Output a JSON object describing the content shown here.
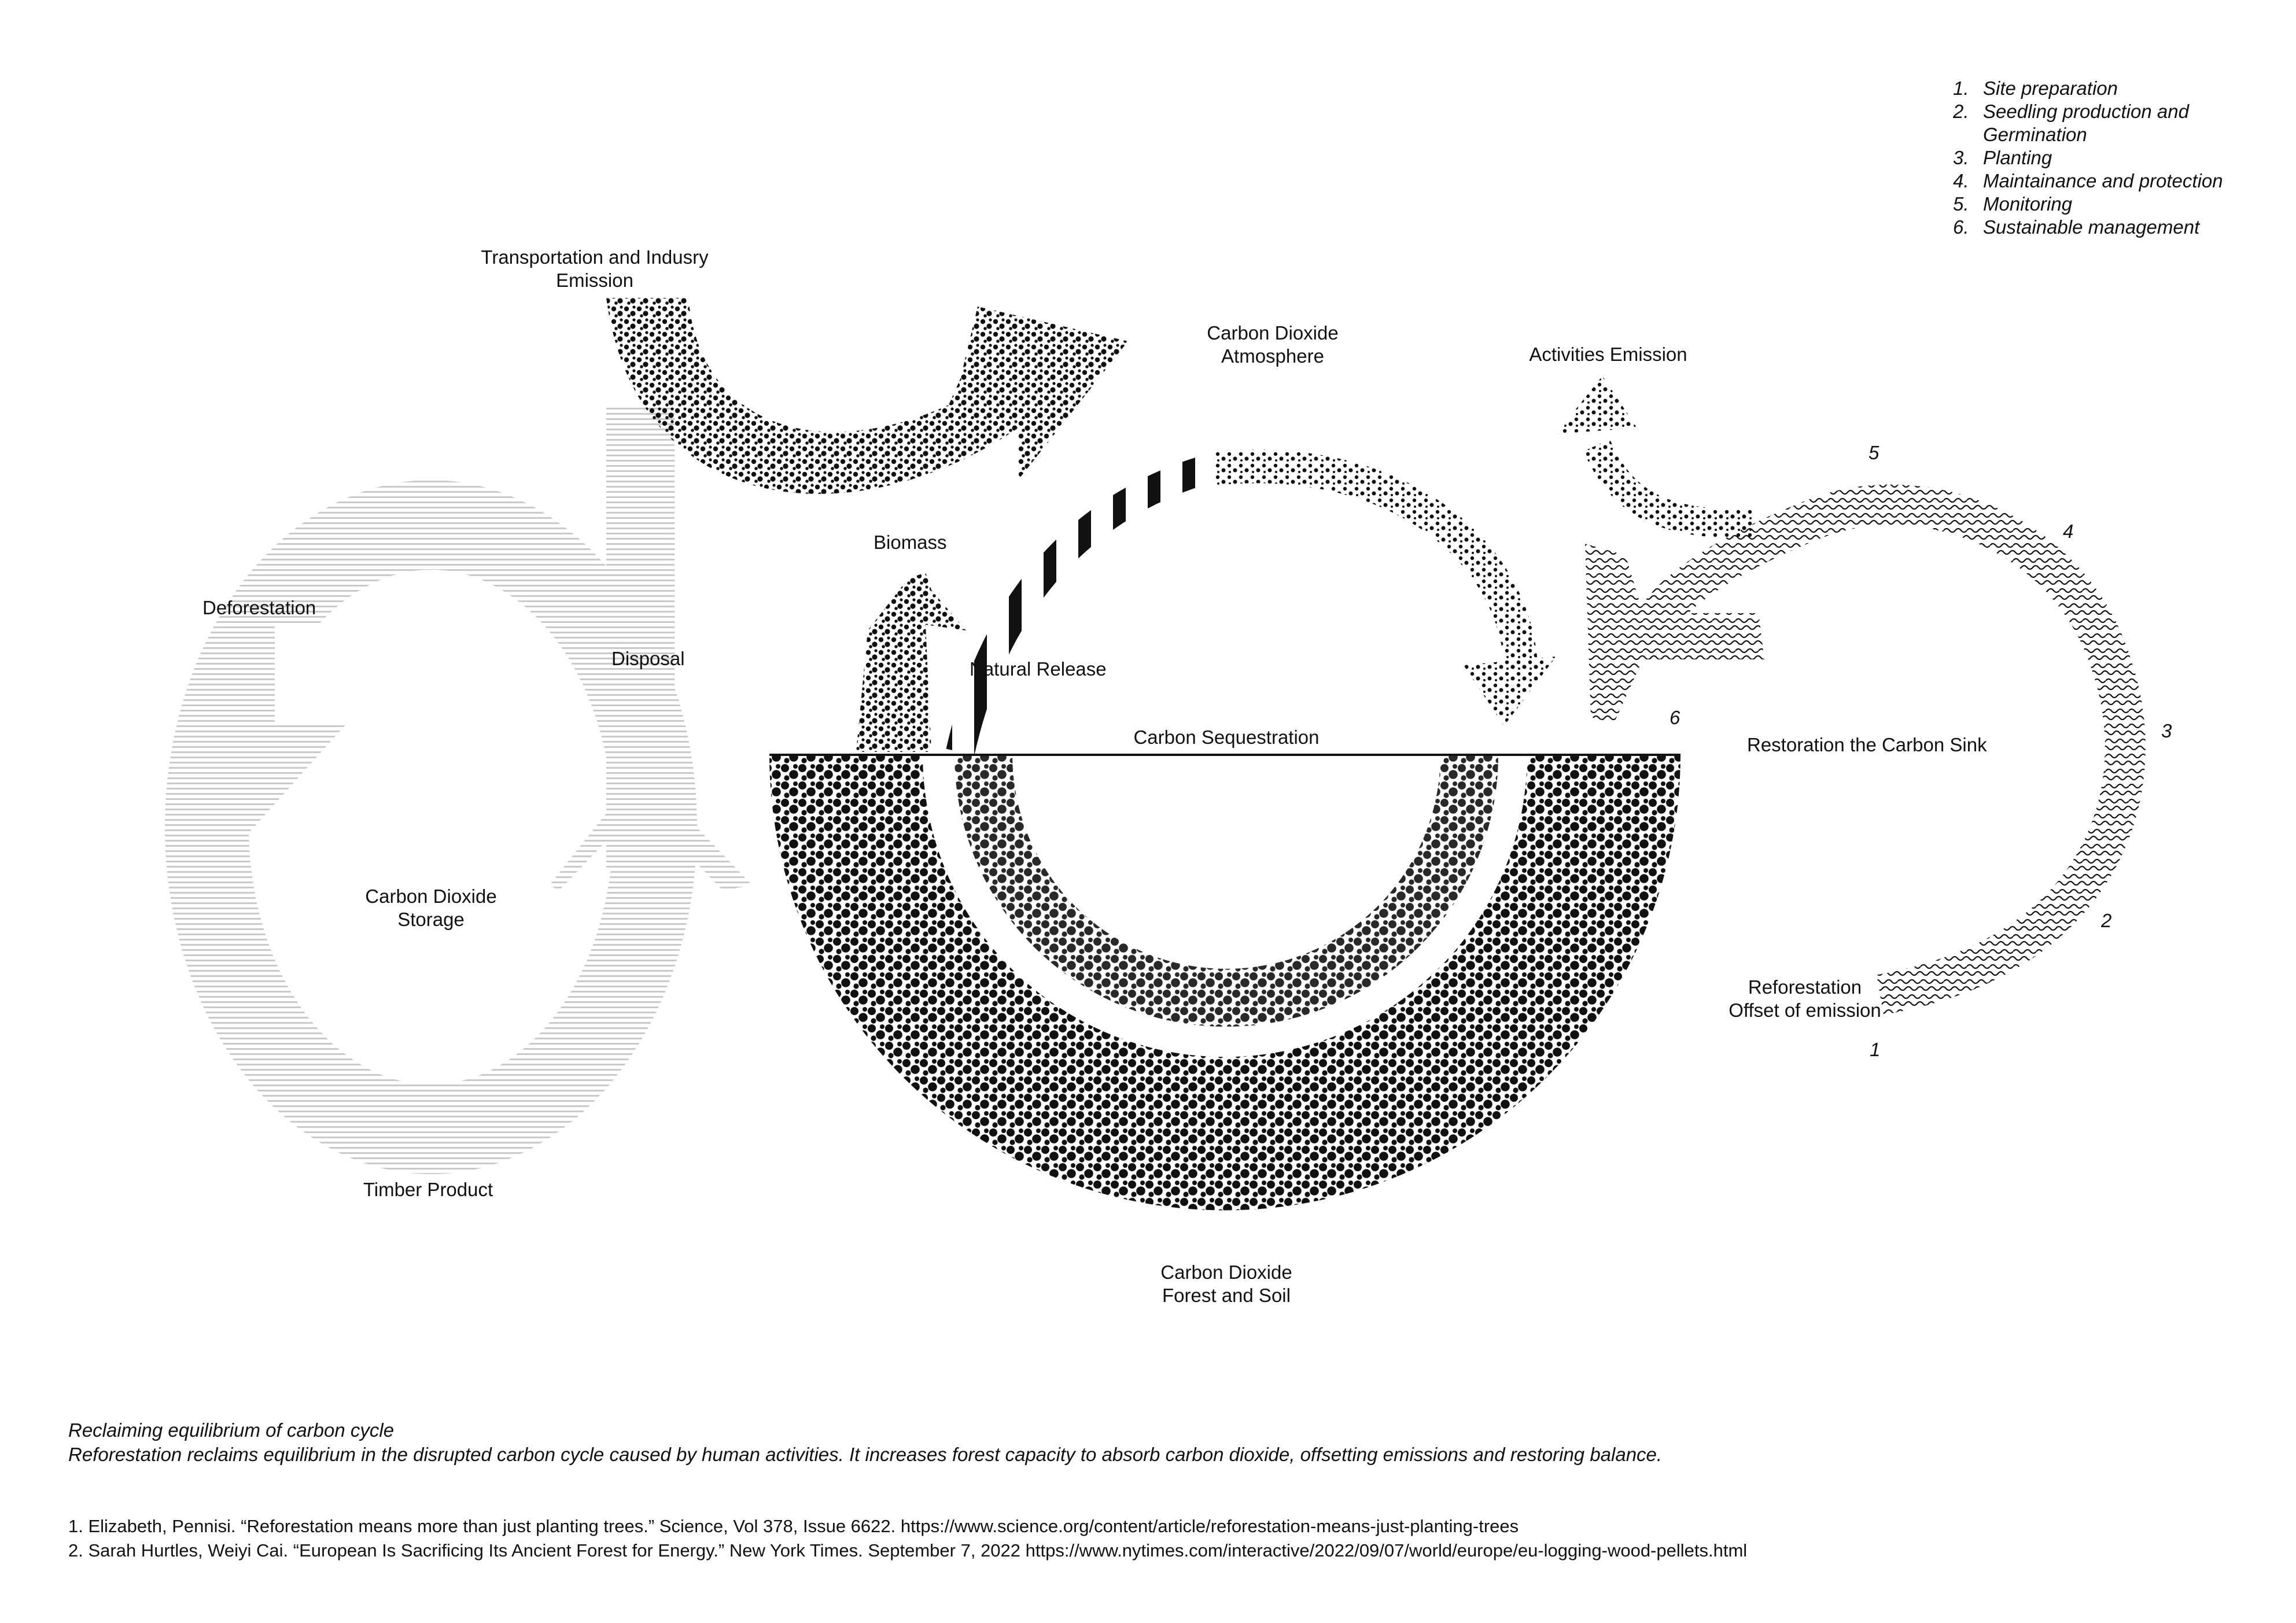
{
  "labels": {
    "transport_emission": [
      "Transportation and Indusry",
      "Emission"
    ],
    "co2_atmosphere": [
      "Carbon Dioxide",
      "Atmosphere"
    ],
    "activities_emission": "Activities Emission",
    "deforestation": "Deforestation",
    "disposal": "Disposal",
    "biomass": "Biomass",
    "natural_release": "Natural Release",
    "carbon_sequestration": "Carbon Sequestration",
    "co2_storage": [
      "Carbon Dioxide",
      "Storage"
    ],
    "timber_product": "Timber Product",
    "co2_forest_soil": [
      "Carbon Dioxide",
      "Forest and Soil"
    ],
    "restoration_sink": "Restoration the Carbon Sink",
    "reforestation": [
      "Reforestation",
      "Offset of emission"
    ]
  },
  "step_markers": [
    "1",
    "2",
    "3",
    "4",
    "5",
    "6"
  ],
  "legend": [
    {
      "n": "1.",
      "text": [
        "Site preparation"
      ]
    },
    {
      "n": "2.",
      "text": [
        "Seedling production and",
        "Germination"
      ]
    },
    {
      "n": "3.",
      "text": [
        "Planting"
      ]
    },
    {
      "n": "4.",
      "text": [
        "Maintainance and protection"
      ]
    },
    {
      "n": "5.",
      "text": [
        "Monitoring"
      ]
    },
    {
      "n": "6.",
      "text": [
        "Sustainable management"
      ]
    }
  ],
  "caption": {
    "title": "Reclaiming equilibrium of carbon cycle",
    "body": "Reforestation reclaims equilibrium in the disrupted carbon cycle caused by human activities. It increases forest capacity to absorb carbon dioxide, offsetting emissions and restoring balance."
  },
  "references": [
    "1. Elizabeth, Pennisi. “Reforestation means more than just planting trees.” Science, Vol 378, Issue 6622. https://www.science.org/content/article/reforestation-means-just-planting-trees",
    "2. Sarah Hurtles, Weiyi Cai. “European Is Sacrificing Its Ancient Forest for Energy.” New York Times. September 7, 2022 https://www.nytimes.com/interactive/2022/09/07/world/europe/eu-logging-wood-pellets.html"
  ],
  "colors": {
    "ink": "#111111",
    "storage_hatch": "#cfcfcf"
  }
}
